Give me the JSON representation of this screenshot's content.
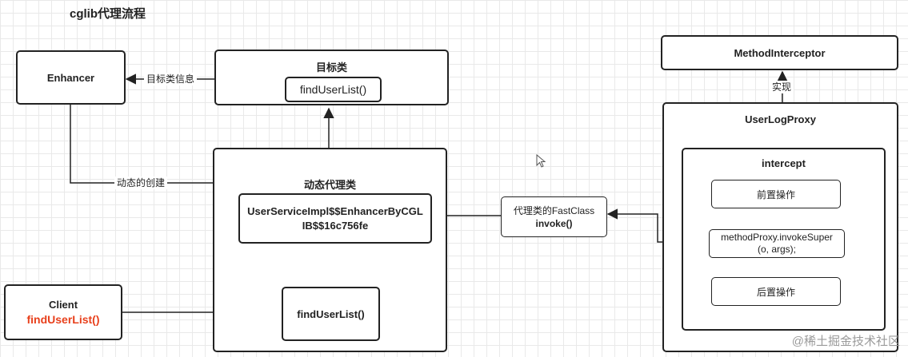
{
  "title": "cglib代理流程",
  "nodes": {
    "enhancer": "Enhancer",
    "target_class": "目标类",
    "target_method": "findUserList()",
    "dynamic_proxy_class": "动态代理类",
    "proxy_class_name": "UserServiceImpl$$EnhancerByCGLIB$$16c756fe",
    "proxy_method": "findUserList()",
    "client": "Client",
    "client_call": "findUserList()",
    "fastclass_line1": "代理类的FastClass",
    "fastclass_line2": "invoke()",
    "method_interceptor": "MethodInterceptor",
    "user_log_proxy": "UserLogProxy",
    "intercept": "intercept",
    "pre_op": "前置操作",
    "invoke_super": "methodProxy.invokeSuper(o, args);",
    "post_op": "后置操作"
  },
  "edges": {
    "target_info": "目标类信息",
    "dynamic_create": "动态的创建",
    "implements": "实现"
  },
  "watermark": "@稀土掘金技术社区",
  "colors": {
    "accent": "#e8401c",
    "line": "#222222"
  }
}
